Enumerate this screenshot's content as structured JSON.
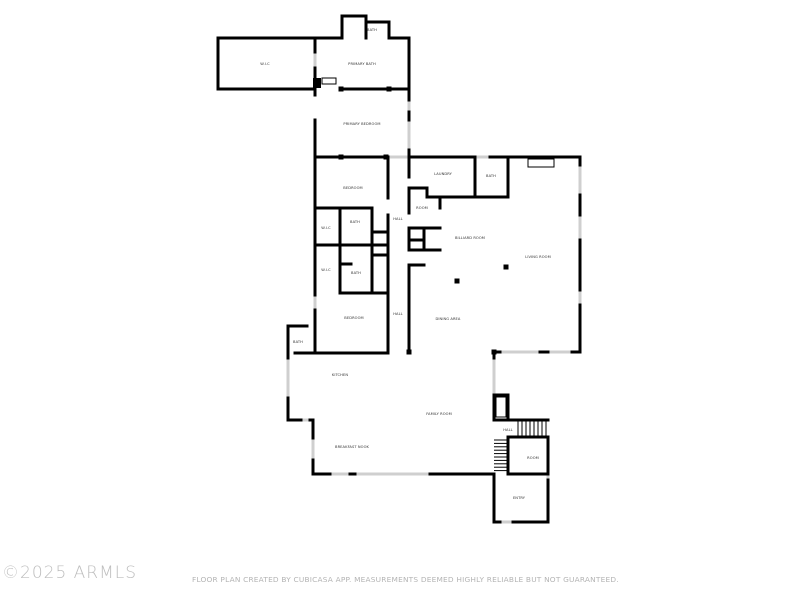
{
  "floor_plan": {
    "rooms": [
      {
        "id": "wic-primary",
        "label": "W.I.C"
      },
      {
        "id": "primary-bath",
        "label": "PRIMARY BATH"
      },
      {
        "id": "bath-primary-wc",
        "label": "BATH"
      },
      {
        "id": "primary-bedroom",
        "label": "PRIMARY BEDROOM"
      },
      {
        "id": "bedroom-1",
        "label": "BEDROOM"
      },
      {
        "id": "laundry",
        "label": "LAUNDRY"
      },
      {
        "id": "bath-laundry",
        "label": "BATH"
      },
      {
        "id": "room-hall",
        "label": "ROOM"
      },
      {
        "id": "hall-upper",
        "label": "HALL"
      },
      {
        "id": "billiard-room",
        "label": "BILLIARD ROOM"
      },
      {
        "id": "living-room",
        "label": "LIVING ROOM"
      },
      {
        "id": "wic-1",
        "label": "W.I.C"
      },
      {
        "id": "bath-1",
        "label": "BATH"
      },
      {
        "id": "wic-2",
        "label": "W.I.C"
      },
      {
        "id": "bath-2",
        "label": "BATH"
      },
      {
        "id": "bedroom-2",
        "label": "BEDROOM"
      },
      {
        "id": "hall-lower",
        "label": "HALL"
      },
      {
        "id": "dining-area",
        "label": "DINING AREA"
      },
      {
        "id": "bath-kitchen",
        "label": "BATH"
      },
      {
        "id": "kitchen",
        "label": "KITCHEN"
      },
      {
        "id": "family-room",
        "label": "FAMILY ROOM"
      },
      {
        "id": "breakfast-nook",
        "label": "BREAKFAST NOOK"
      },
      {
        "id": "hall-entry",
        "label": "HALL"
      },
      {
        "id": "room-entry",
        "label": "ROOM"
      },
      {
        "id": "entry",
        "label": "ENTRY"
      }
    ]
  },
  "footer": {
    "watermark": "©2025 ARMLS",
    "disclaimer": "FLOOR PLAN CREATED BY CUBICASA APP. MEASUREMENTS DEEMED HIGHLY RELIABLE BUT NOT GUARANTEED."
  }
}
